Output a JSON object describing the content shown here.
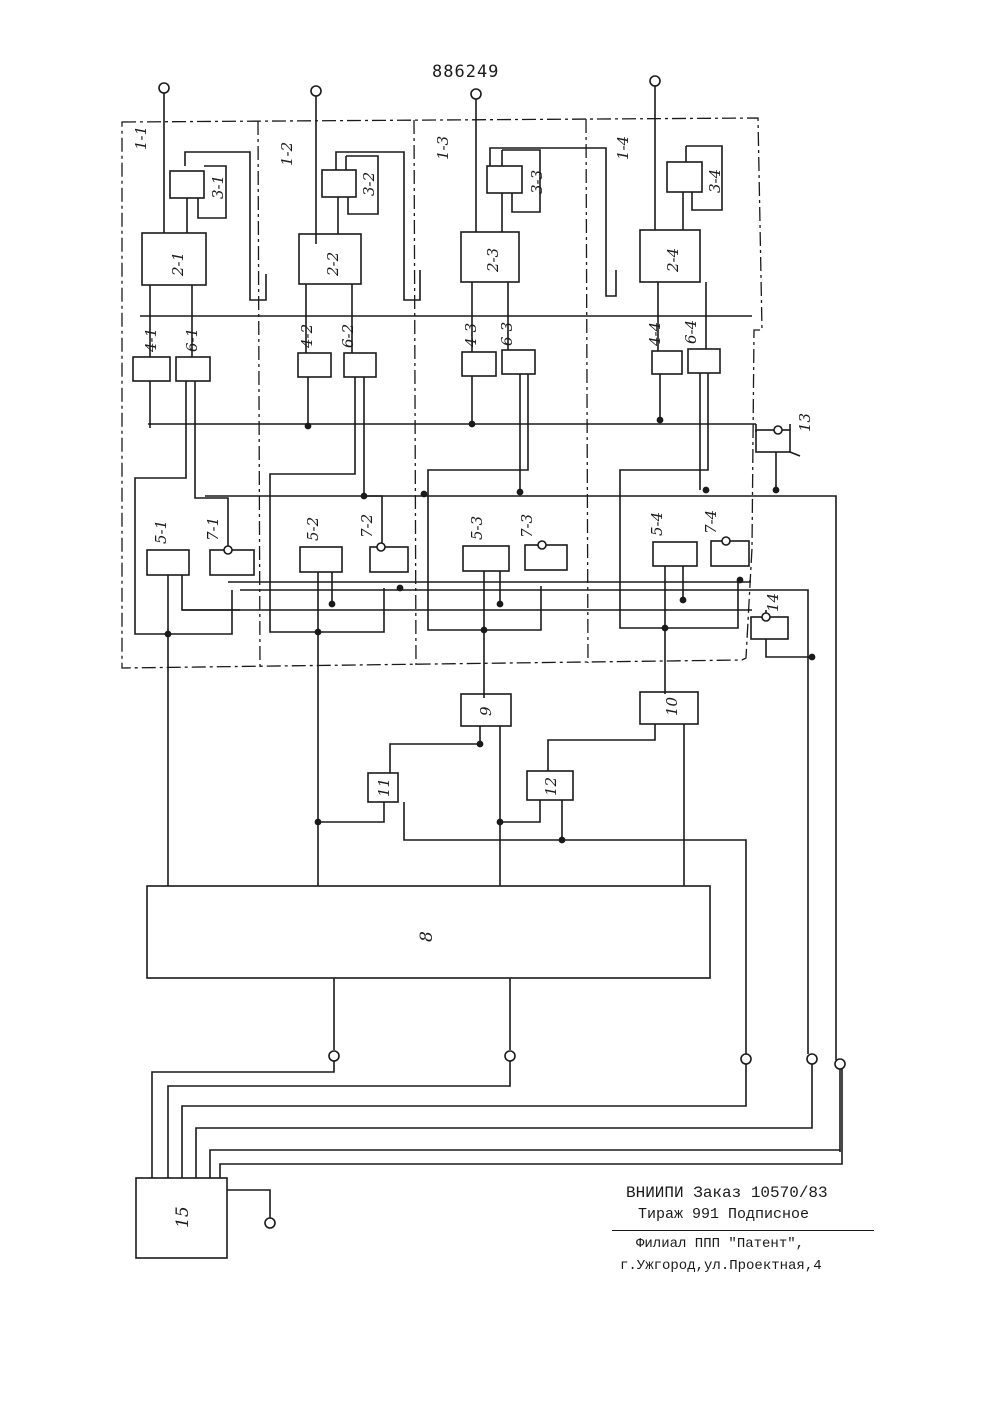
{
  "document": {
    "number": "886249"
  },
  "stages": [
    {
      "group": "1-1",
      "b2": "2-1",
      "b3": "3-1",
      "b4": "4-1",
      "b6": "6-1",
      "b5": "5-1",
      "b7": "7-1"
    },
    {
      "group": "1-2",
      "b2": "2-2",
      "b3": "3-2",
      "b4": "4-2",
      "b6": "6-2",
      "b5": "5-2",
      "b7": "7-2"
    },
    {
      "group": "1-3",
      "b2": "2-3",
      "b3": "3-3",
      "b4": "4-3",
      "b6": "6-3",
      "b5": "5-3",
      "b7": "7-3"
    },
    {
      "group": "1-4",
      "b2": "2-4",
      "b3": "3-4",
      "b4": "4-4",
      "b6": "6-4",
      "b5": "5-4",
      "b7": "7-4"
    }
  ],
  "blocks": {
    "b8": "8",
    "b9": "9",
    "b10": "10",
    "b11": "11",
    "b12": "12",
    "b13": "13",
    "b14": "14",
    "b15": "15"
  },
  "imprint": {
    "line1": "ВНИИПИ Заказ 10570/83",
    "line2": "Тираж 991 Подписное",
    "line3": "Филиал ППП \"Патент\",",
    "line4": "г.Ужгород,ул.Проектная,4"
  }
}
